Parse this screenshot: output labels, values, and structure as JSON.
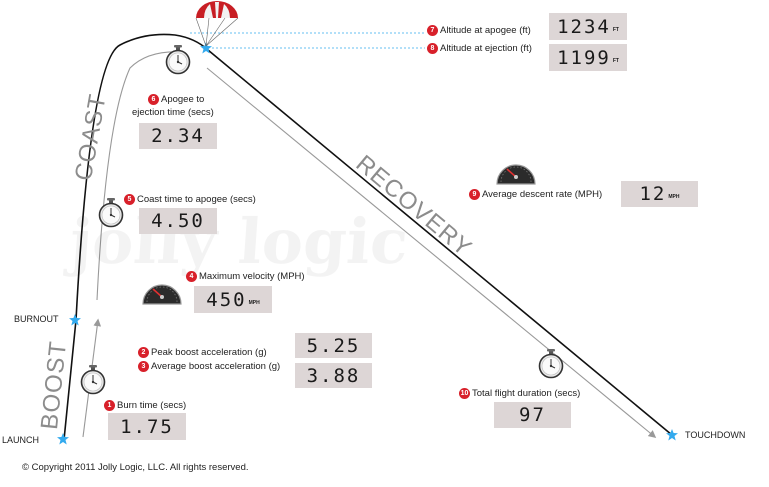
{
  "watermark": "jolly logic",
  "phases": {
    "boost": "BOOST",
    "coast": "COAST",
    "recovery": "RECOVERY"
  },
  "points": {
    "launch": "LAUNCH",
    "burnout": "BURNOUT",
    "touchdown": "TOUCHDOWN"
  },
  "metrics": {
    "burn_time": {
      "num": "1",
      "label": "Burn time (secs)",
      "value": "1.75"
    },
    "peak_boost": {
      "num": "2",
      "label": "Peak boost acceleration (g)",
      "value": "5.25"
    },
    "avg_boost": {
      "num": "3",
      "label": "Average boost acceleration (g)",
      "value": "3.88"
    },
    "max_velocity": {
      "num": "4",
      "label": "Maximum velocity (MPH)",
      "value": "450",
      "unit": "MPH"
    },
    "coast_time": {
      "num": "5",
      "label": "Coast time to apogee (secs)",
      "value": "4.50"
    },
    "apogee_to_ejection": {
      "num": "6",
      "label_line1": "Apogee to",
      "label_line2": "ejection time (secs)",
      "value": "2.34"
    },
    "alt_apogee": {
      "num": "7",
      "label": "Altitude at apogee (ft)",
      "value": "1234",
      "unit": "FT"
    },
    "alt_ejection": {
      "num": "8",
      "label": "Altitude at ejection (ft)",
      "value": "1199",
      "unit": "FT"
    },
    "descent_rate": {
      "num": "9",
      "label": "Average descent rate (MPH)",
      "value": "12",
      "unit": "MPH"
    },
    "flight_duration": {
      "num": "10",
      "label": "Total flight duration (secs)",
      "value": "97"
    }
  },
  "copyright": "© Copyright 2011 Jolly Logic, LLC. All rights reserved.",
  "colors": {
    "star": "#33aaee",
    "value_box": "#ddd6d6",
    "badge": "#d8202a",
    "trajectory": "#111111",
    "guide": "#999999",
    "phase_text": "#8c8c8c",
    "chute_red": "#c81e24"
  },
  "icons": {
    "stopwatch": "stopwatch-icon",
    "speedometer": "speedometer-icon",
    "parachute": "parachute-icon",
    "star": "star-icon"
  }
}
